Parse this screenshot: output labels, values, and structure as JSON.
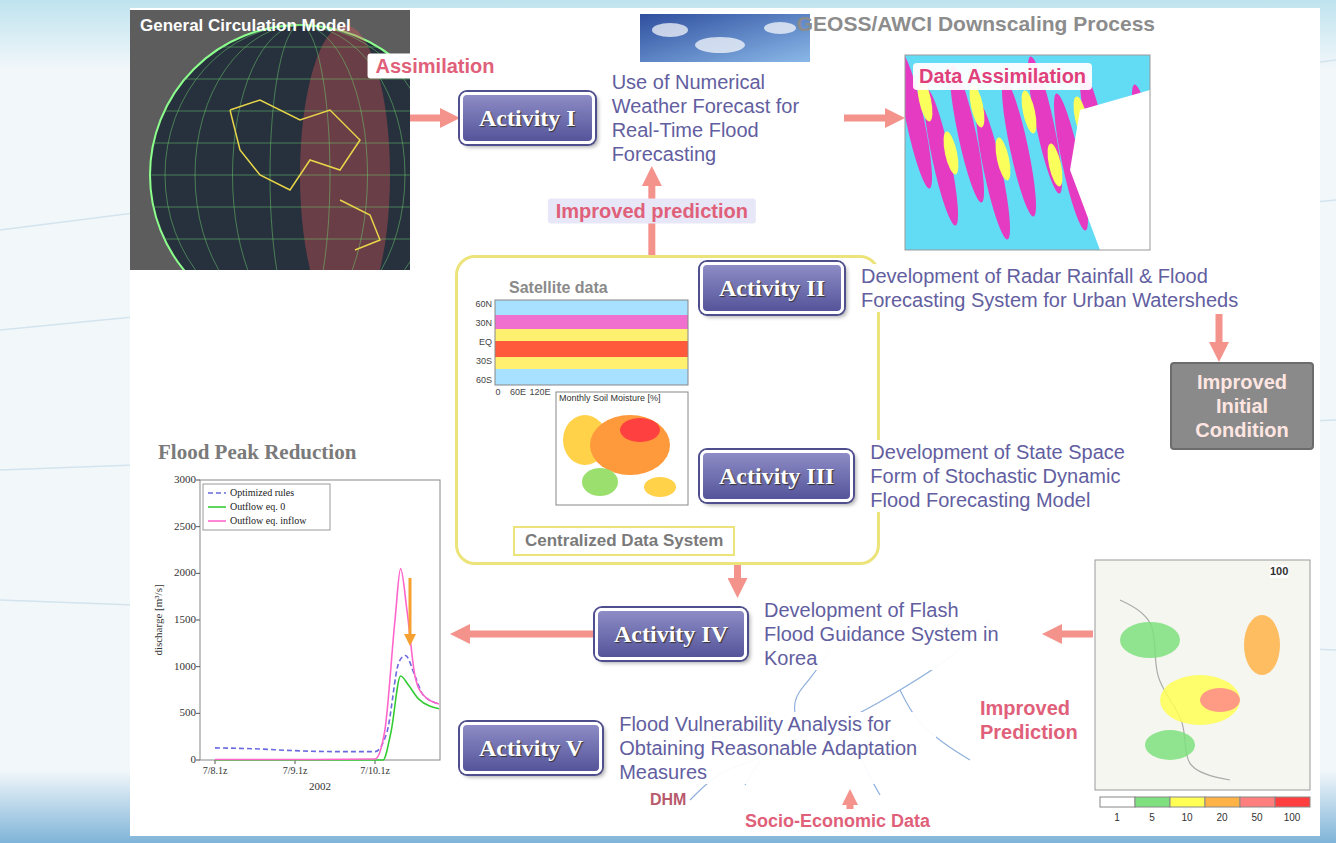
{
  "diagram": {
    "title": "GEOSS/AWCI Downscaling Process",
    "nodes": [
      {
        "text": [
          "General Circulation Model"
        ]
      },
      {
        "text": [
          "Activity I",
          "Use of Numerical Weather Forecast for Real-Time Flood Forecasting"
        ]
      },
      {
        "text": [
          "Data Assimilation"
        ]
      },
      {
        "text": [
          "Centralized Data System"
        ]
      },
      {
        "text": [
          "Satellite data"
        ],
        "in": 3
      },
      {
        "text": [
          "Activity II",
          "Development of Radar Rainfall & Flood Forecasting System for Urban Watersheds"
        ]
      },
      {
        "text": [
          "Improved Initial Condition"
        ]
      },
      {
        "text": [
          "Activity III",
          "Development of State Space Form of Stochastic Dynamic Flood Forecasting Model"
        ]
      },
      {
        "text": [
          "Activity IV",
          "Development of Flash Flood Guidance System in Korea"
        ]
      },
      {
        "text": [
          "Flood Peak Reduction"
        ]
      },
      {
        "text": [
          "Activity V",
          "Flood Vulnerability Analysis for Obtaining Reasonable Adaptation Measures"
        ]
      }
    ],
    "edges": [
      {
        "from": 0,
        "to": 1,
        "arrow": "to",
        "label": "Assimilation"
      },
      {
        "from": 1,
        "to": 2,
        "arrow": "to"
      },
      {
        "from": 3,
        "to": 1,
        "arrow": "to",
        "label": "Improved prediction"
      },
      {
        "from": 5,
        "to": 6,
        "arrow": "to"
      },
      {
        "from": 3,
        "to": 8,
        "arrow": "to"
      },
      {
        "from": 8,
        "to": 9,
        "arrow": "to"
      }
    ],
    "labels": [
      "3000",
      "2500",
      "2000",
      "1500",
      "1000",
      "500",
      "0",
      "7/8.1z",
      "7/9.1z",
      "7/10.1z",
      "2002",
      "discharge [m³/s]",
      "60N",
      "30N",
      "EQ",
      "30S",
      "60S",
      "0",
      "60E",
      "120E",
      "Monthly Soil Moisture [%]",
      "DHM",
      "Socio-Economic Data",
      "Improved Prediction",
      "100",
      "1",
      "5",
      "10",
      "20",
      "50",
      "100"
    ],
    "legend": [
      {
        "text": "Optimized rules"
      },
      {
        "text": "Outflow eq. 0"
      },
      {
        "text": "Outflow eq. inflow"
      }
    ]
  }
}
